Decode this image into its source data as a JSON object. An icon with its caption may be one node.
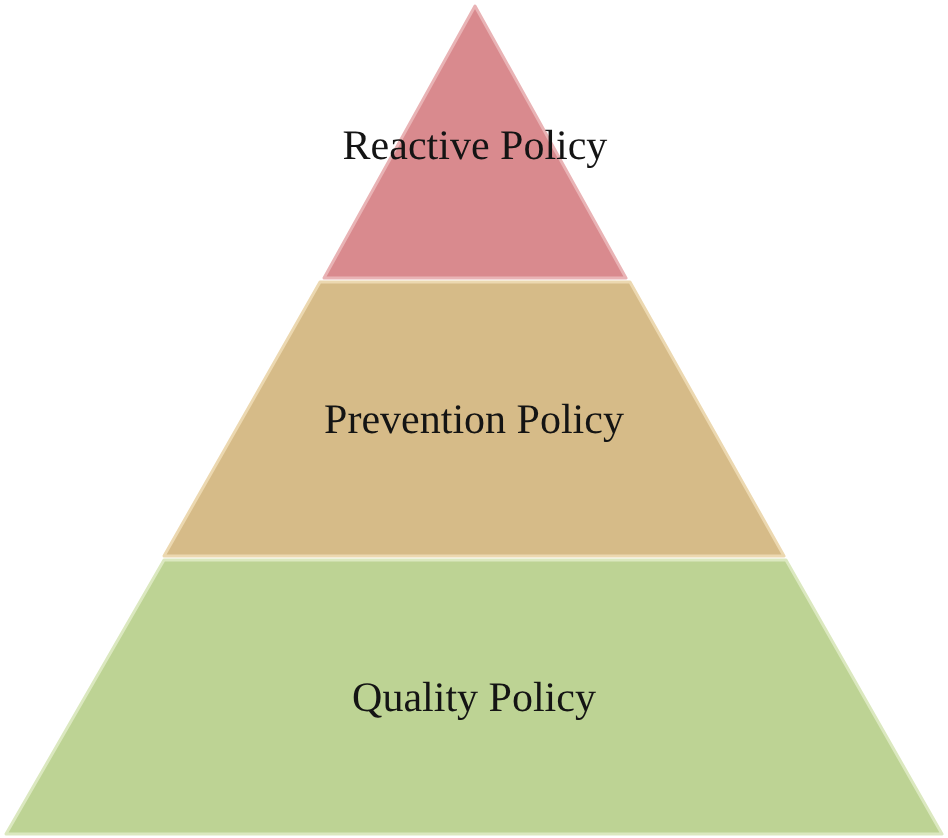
{
  "diagram": {
    "nodes": [
      {
        "text": [
          "Reactive Policy"
        ]
      },
      {
        "text": [
          "Prevention Policy"
        ]
      },
      {
        "text": [
          "Quality Policy"
        ]
      }
    ]
  }
}
